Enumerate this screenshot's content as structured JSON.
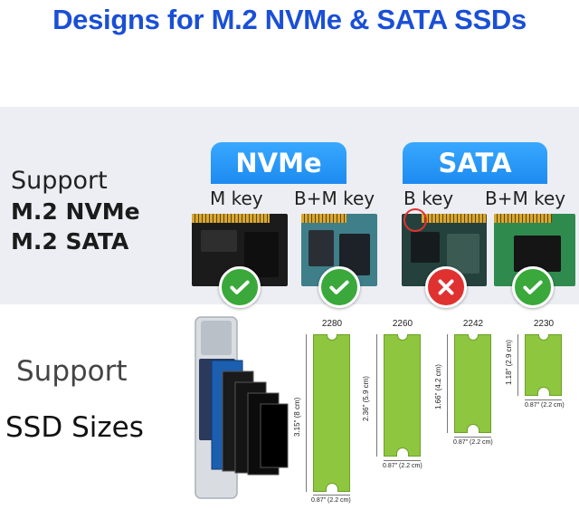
{
  "headline": "Designs for M.2 NVMe & SATA SSDs",
  "support_top": {
    "line1": "Support",
    "line2": "M.2 NVMe",
    "line3": "M.2 SATA"
  },
  "protocols": [
    {
      "name": "NVMe",
      "keys": [
        "M key",
        "B+M key"
      ]
    },
    {
      "name": "SATA",
      "keys": [
        "B key",
        "B+M key"
      ]
    }
  ],
  "compatibility": [
    {
      "key": "M key",
      "supported": true
    },
    {
      "key": "B+M key",
      "supported": true
    },
    {
      "key": "B key",
      "supported": false
    },
    {
      "key": "B+M key",
      "supported": true
    }
  ],
  "support_bottom": {
    "line1": "Support",
    "line2": "SSD Sizes"
  },
  "sizes": [
    {
      "code": "2280",
      "length": "3.15\" (8 cm)",
      "width": "0.87\" (2.2 cm)"
    },
    {
      "code": "2260",
      "length": "2.36\" (5.9 cm)",
      "width": "0.87\" (2.2 cm)"
    },
    {
      "code": "2242",
      "length": "1.66\" (4.2 cm)",
      "width": "0.87\" (2.2 cm)"
    },
    {
      "code": "2230",
      "length": "1.18\" (2.9 cm)",
      "width": "0.87\" (2.2 cm)"
    }
  ],
  "colors": {
    "headline": "#1a4fd6",
    "pill": "#2196f3",
    "ok": "#3aa83a",
    "no": "#e03131",
    "stick": "#8ec63f"
  },
  "icons": {
    "ok": "check-icon",
    "no": "cross-icon"
  }
}
